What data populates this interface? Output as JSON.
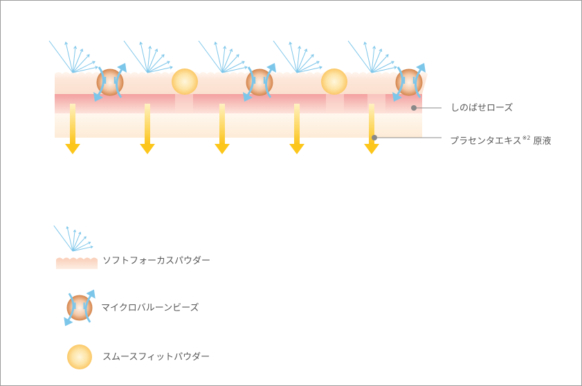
{
  "labels": {
    "rose": "しのばせローズ",
    "placenta_main": "プラセンタエキス",
    "placenta_note": "※2",
    "placenta_tail": " 原液"
  },
  "legend": [
    {
      "key": "soft_focus",
      "label": "ソフトフォーカスパウダー"
    },
    {
      "key": "microballoon",
      "label": "マイクロバルーンビーズ"
    },
    {
      "key": "smooth_fit",
      "label": "スムースフィットパウダー"
    }
  ],
  "colors": {
    "skin_peach": "#fbd9c5",
    "rose_pink": "#f49a9a",
    "cream": "#fff3e2",
    "arrow_yellow": "#fcc61a",
    "light_blue": "#7cc6ea",
    "bead_brown": "#e8a56f",
    "powder_yellow": "#fcd27a",
    "callout_gray": "#888888"
  }
}
